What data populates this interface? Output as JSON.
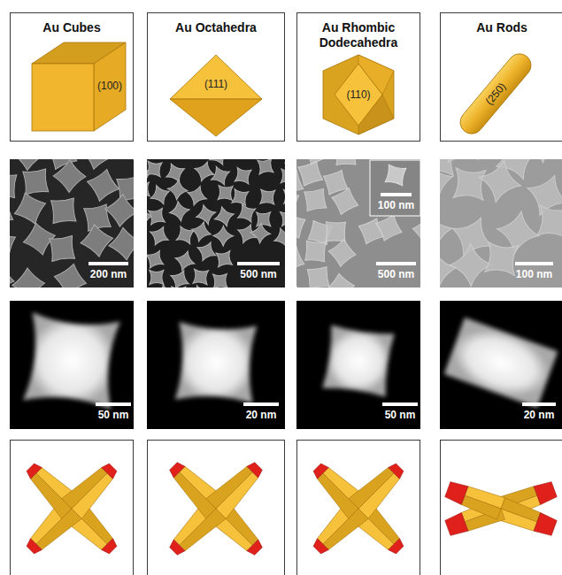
{
  "diagram": {
    "nodes": [
      {
        "text": [
          "Au Cubes",
          "(100)"
        ]
      },
      {
        "text": [
          "Au Octahedra",
          "(111)"
        ]
      },
      {
        "text": [
          "Au Rhombic Dodecahedra",
          "(110)"
        ]
      },
      {
        "text": [
          "Au Rods",
          "(250)"
        ]
      }
    ],
    "labels": [
      "200 nm",
      "500 nm",
      "100 nm",
      "500 nm",
      "100 nm",
      "50 nm",
      "20 nm",
      "50 nm",
      "20 nm"
    ]
  }
}
